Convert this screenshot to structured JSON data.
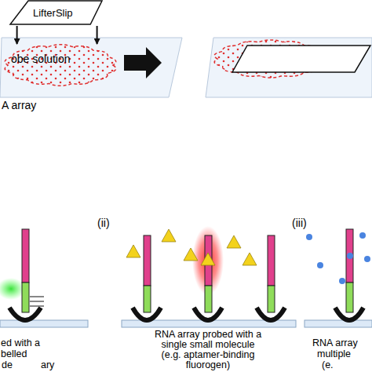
{
  "diagram": {
    "nodes": [
      {
        "text": [
          "LifterSlip"
        ]
      },
      {
        "text": [
          "obe solution"
        ]
      }
    ],
    "edges": [
      {
        "from": 0,
        "to": 1,
        "arrow": "to"
      },
      {
        "from": 0,
        "to": 1,
        "arrow": "to"
      }
    ],
    "labels": [
      "A array",
      "(ii)",
      "(iii)",
      "ed with a",
      "belled",
      "ary",
      "de",
      "RNA array probed with a single small molecule (e.g. aptamer-binding fluorogen)",
      "RNA array",
      "multiple",
      "(e."
    ]
  }
}
